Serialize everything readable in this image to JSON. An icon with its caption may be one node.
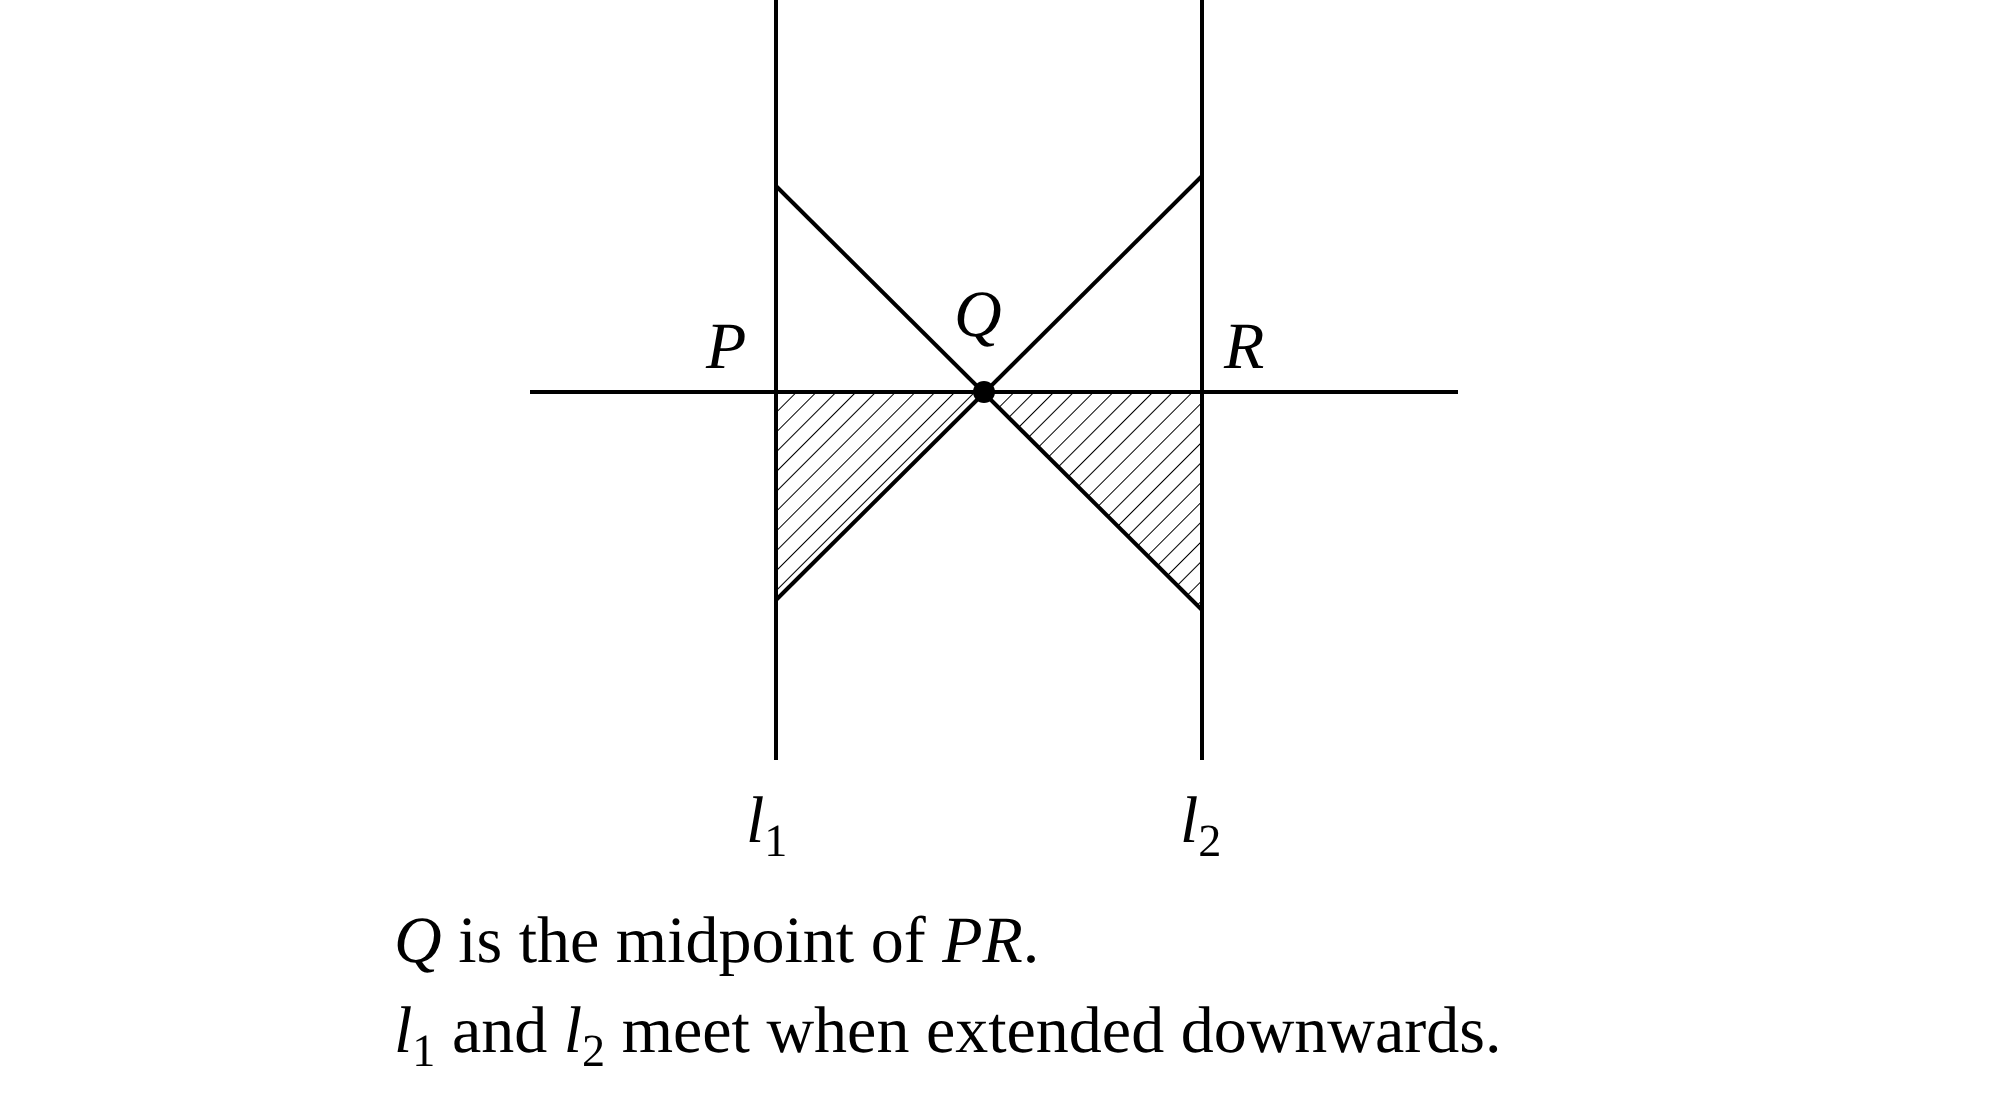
{
  "diagram": {
    "labels": [
      "P",
      "Q",
      "R",
      "*l*$_{1}$",
      "*l*$_{2}$",
      "*Q* is the midpoint of *PR*.",
      "*l*$_{1}$ and *l*$_{2}$ meet when extended downwards."
    ]
  }
}
